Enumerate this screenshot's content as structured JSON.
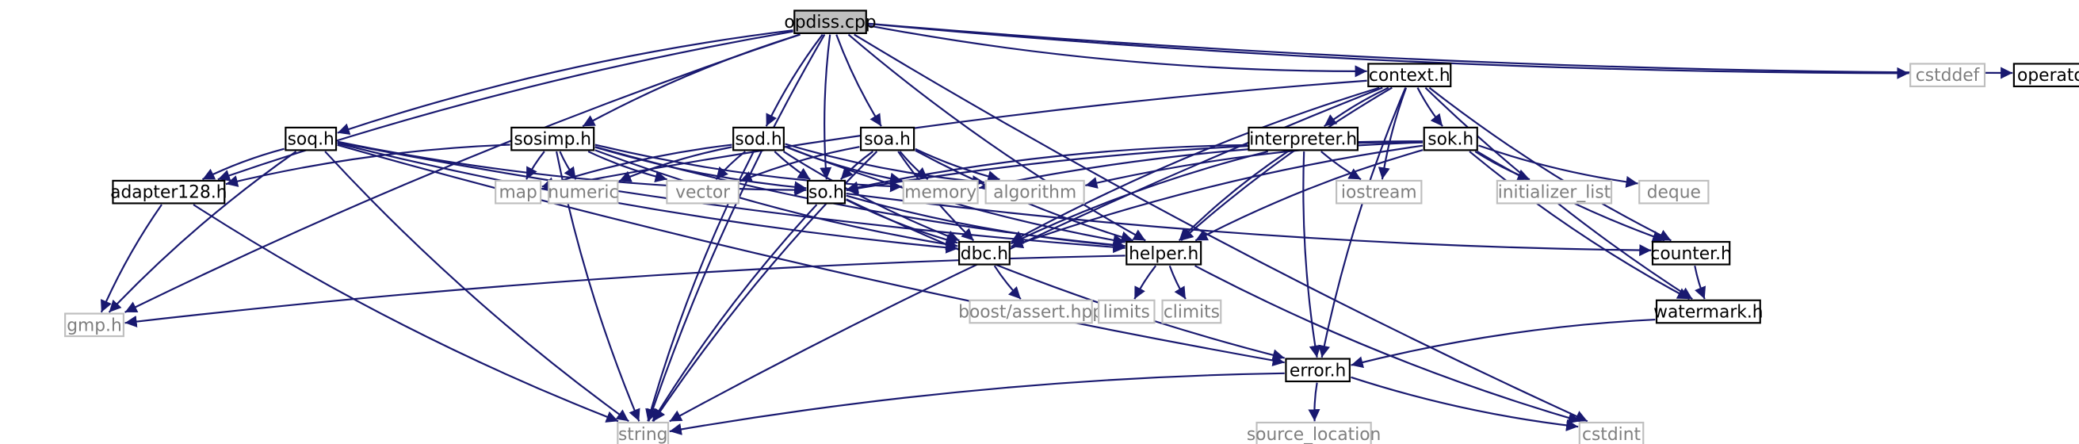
{
  "colors": {
    "edge": "#191970",
    "root_fill": "#bfbfbf",
    "local_border": "#000000",
    "system_border": "#bfbfbf",
    "system_text": "#7f7f7f",
    "text": "#000000"
  },
  "root": "opdiss.cpp",
  "nodes": [
    {
      "id": "opdiss",
      "label": "opdiss.cpp",
      "kind": "root"
    },
    {
      "id": "context",
      "label": "context.h",
      "kind": "local"
    },
    {
      "id": "cstddef",
      "label": "cstddef",
      "kind": "system"
    },
    {
      "id": "operator",
      "label": "operator.h",
      "kind": "local"
    },
    {
      "id": "soq",
      "label": "soq.h",
      "kind": "local"
    },
    {
      "id": "sosimp",
      "label": "sosimp.h",
      "kind": "local"
    },
    {
      "id": "sod",
      "label": "sod.h",
      "kind": "local"
    },
    {
      "id": "soa",
      "label": "soa.h",
      "kind": "local"
    },
    {
      "id": "interpreter",
      "label": "interpreter.h",
      "kind": "local"
    },
    {
      "id": "sok",
      "label": "sok.h",
      "kind": "local"
    },
    {
      "id": "adapter128",
      "label": "adapter128.h",
      "kind": "local"
    },
    {
      "id": "map",
      "label": "map",
      "kind": "system"
    },
    {
      "id": "numeric",
      "label": "numeric",
      "kind": "system"
    },
    {
      "id": "vector",
      "label": "vector",
      "kind": "system"
    },
    {
      "id": "so",
      "label": "so.h",
      "kind": "local"
    },
    {
      "id": "memory",
      "label": "memory",
      "kind": "system"
    },
    {
      "id": "algorithm",
      "label": "algorithm",
      "kind": "system"
    },
    {
      "id": "iostream",
      "label": "iostream",
      "kind": "system"
    },
    {
      "id": "initializer_list",
      "label": "initializer_list",
      "kind": "system"
    },
    {
      "id": "deque",
      "label": "deque",
      "kind": "system"
    },
    {
      "id": "gmp",
      "label": "gmp.h",
      "kind": "system"
    },
    {
      "id": "dbc",
      "label": "dbc.h",
      "kind": "local"
    },
    {
      "id": "helper",
      "label": "helper.h",
      "kind": "local"
    },
    {
      "id": "counter",
      "label": "counter.h",
      "kind": "local"
    },
    {
      "id": "boost_assert",
      "label": "boost/assert.hpp",
      "kind": "system"
    },
    {
      "id": "limits",
      "label": "limits",
      "kind": "system"
    },
    {
      "id": "climits",
      "label": "climits",
      "kind": "system"
    },
    {
      "id": "watermark",
      "label": "watermark.h",
      "kind": "local"
    },
    {
      "id": "error",
      "label": "error.h",
      "kind": "local"
    },
    {
      "id": "string",
      "label": "string",
      "kind": "system"
    },
    {
      "id": "source_location",
      "label": "source_location",
      "kind": "system"
    },
    {
      "id": "cstdint",
      "label": "cstdint",
      "kind": "system"
    }
  ],
  "edges": [
    [
      "opdiss",
      "context"
    ],
    [
      "opdiss",
      "cstddef"
    ],
    [
      "opdiss",
      "operator"
    ],
    [
      "opdiss",
      "soq"
    ],
    [
      "opdiss",
      "sosimp"
    ],
    [
      "opdiss",
      "sod"
    ],
    [
      "opdiss",
      "soa"
    ],
    [
      "opdiss",
      "so"
    ],
    [
      "opdiss",
      "helper"
    ],
    [
      "opdiss",
      "adapter128"
    ],
    [
      "opdiss",
      "gmp"
    ],
    [
      "opdiss",
      "string"
    ],
    [
      "opdiss",
      "cstdint"
    ],
    [
      "context",
      "interpreter"
    ],
    [
      "context",
      "sok"
    ],
    [
      "context",
      "map"
    ],
    [
      "context",
      "iostream"
    ],
    [
      "context",
      "dbc"
    ],
    [
      "context",
      "helper"
    ],
    [
      "context",
      "counter"
    ],
    [
      "context",
      "error"
    ],
    [
      "context",
      "string"
    ],
    [
      "context",
      "watermark"
    ],
    [
      "soq",
      "adapter128"
    ],
    [
      "soq",
      "gmp"
    ],
    [
      "soq",
      "so"
    ],
    [
      "soq",
      "dbc"
    ],
    [
      "soq",
      "helper"
    ],
    [
      "soq",
      "error"
    ],
    [
      "soq",
      "string"
    ],
    [
      "sosimp",
      "adapter128"
    ],
    [
      "sosimp",
      "map"
    ],
    [
      "sosimp",
      "numeric"
    ],
    [
      "sosimp",
      "vector"
    ],
    [
      "sosimp",
      "so"
    ],
    [
      "sosimp",
      "memory"
    ],
    [
      "sosimp",
      "dbc"
    ],
    [
      "sosimp",
      "helper"
    ],
    [
      "sosimp",
      "string"
    ],
    [
      "sod",
      "map"
    ],
    [
      "sod",
      "numeric"
    ],
    [
      "sod",
      "vector"
    ],
    [
      "sod",
      "so"
    ],
    [
      "sod",
      "memory"
    ],
    [
      "sod",
      "algorithm"
    ],
    [
      "sod",
      "dbc"
    ],
    [
      "sod",
      "helper"
    ],
    [
      "sod",
      "string"
    ],
    [
      "soa",
      "vector"
    ],
    [
      "soa",
      "so"
    ],
    [
      "soa",
      "memory"
    ],
    [
      "soa",
      "algorithm"
    ],
    [
      "soa",
      "dbc"
    ],
    [
      "soa",
      "helper"
    ],
    [
      "soa",
      "string"
    ],
    [
      "interpreter",
      "so"
    ],
    [
      "interpreter",
      "iostream"
    ],
    [
      "interpreter",
      "dbc"
    ],
    [
      "interpreter",
      "helper"
    ],
    [
      "interpreter",
      "error"
    ],
    [
      "sok",
      "so"
    ],
    [
      "sok",
      "memory"
    ],
    [
      "sok",
      "algorithm"
    ],
    [
      "sok",
      "initializer_list"
    ],
    [
      "sok",
      "deque"
    ],
    [
      "sok",
      "dbc"
    ],
    [
      "sok",
      "helper"
    ],
    [
      "sok",
      "counter"
    ],
    [
      "sok",
      "watermark"
    ],
    [
      "adapter128",
      "gmp"
    ],
    [
      "adapter128",
      "string"
    ],
    [
      "so",
      "dbc"
    ],
    [
      "so",
      "helper"
    ],
    [
      "so",
      "counter"
    ],
    [
      "so",
      "error"
    ],
    [
      "so",
      "string"
    ],
    [
      "dbc",
      "boost_assert"
    ],
    [
      "helper",
      "gmp"
    ],
    [
      "helper",
      "limits"
    ],
    [
      "helper",
      "climits"
    ],
    [
      "helper",
      "cstdint"
    ],
    [
      "counter",
      "watermark"
    ],
    [
      "watermark",
      "error"
    ],
    [
      "error",
      "string"
    ],
    [
      "error",
      "source_location"
    ],
    [
      "error",
      "cstdint"
    ]
  ]
}
